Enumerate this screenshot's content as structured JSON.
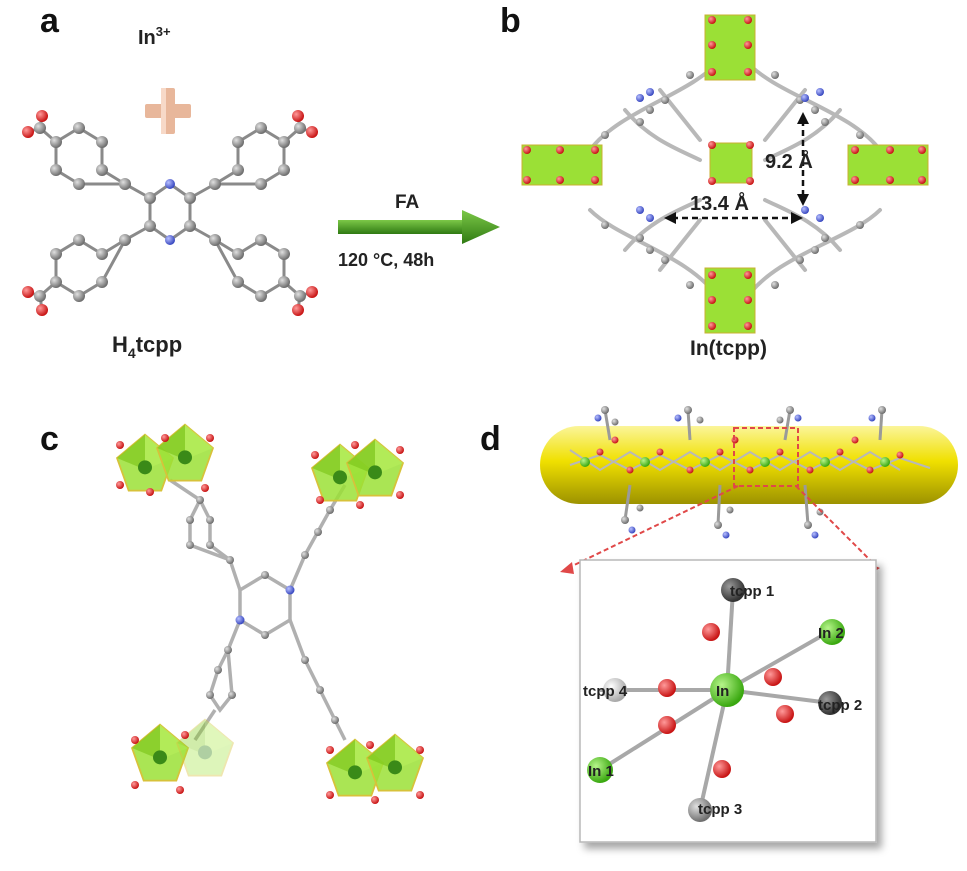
{
  "panels": {
    "a": "a",
    "b": "b",
    "c": "c",
    "d": "d"
  },
  "reactant": {
    "ion_base": "In",
    "ion_sup": "3+",
    "plus": "+",
    "ligand_base": "H",
    "ligand_sub": "4",
    "ligand_rest": "tcpp"
  },
  "reaction": {
    "reagent": "FA",
    "conditions": "120 °C, 48h"
  },
  "product": {
    "name": "In(tcpp)",
    "pore_a": "13.4 Å",
    "pore_b": "9.2 Å"
  },
  "coordination": {
    "center": "In",
    "tcpp1": "tcpp 1",
    "tcpp2": "tcpp 2",
    "tcpp3": "tcpp 3",
    "tcpp4": "tcpp 4",
    "in1": "In 1",
    "in2": "In 2"
  },
  "colors": {
    "carbon": "#8a8a8a",
    "oxygen": "#e02020",
    "nitrogen": "#5060d8",
    "indium": "#58d020",
    "polyhedron": "#9be036",
    "rod": "#f0e000",
    "arrow": "#4a9a22",
    "plus": "#e8b79b"
  }
}
